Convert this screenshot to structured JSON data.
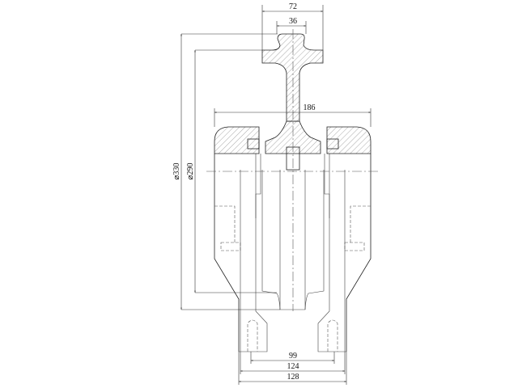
{
  "drawing": {
    "title": "Rail wheel assembly section",
    "dimensions": {
      "rail_flange_width": "72",
      "rail_head_width": "36",
      "body_width": "186",
      "outer_diameter": "⌀330",
      "inner_diameter": "⌀290",
      "leg_inner": "99",
      "leg_mid": "124",
      "leg_outer": "128"
    }
  }
}
